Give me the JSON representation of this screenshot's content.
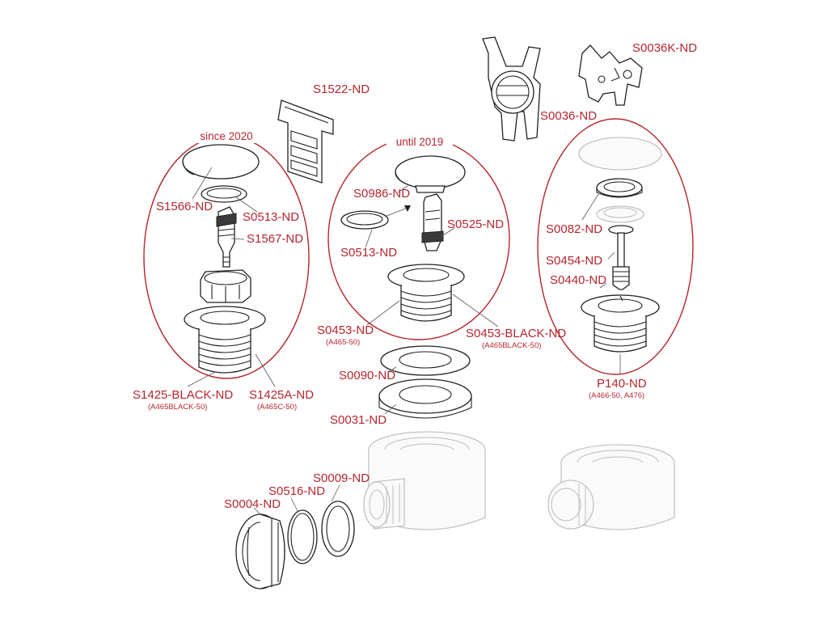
{
  "colors": {
    "accent": "#b4262e",
    "line": "#222222"
  },
  "groups": {
    "since_2020": "since 2020",
    "until_2019": "until 2019"
  },
  "parts": {
    "S1522": "S1522-ND",
    "S0036K": "S0036K-ND",
    "S0036": "S0036-ND",
    "S1566": "S1566-ND",
    "S0513_left": "S0513-ND",
    "S1567": "S1567-ND",
    "S1425_black": "S1425-BLACK-ND",
    "S1425_black_sub": "(A465BLACK-50)",
    "S1425A": "S1425A-ND",
    "S1425A_sub": "(A465C-50)",
    "S0986": "S0986-ND",
    "S0525": "S0525-ND",
    "S0513_mid": "S0513-ND",
    "S0453": "S0453-ND",
    "S0453_sub": "(A465-50)",
    "S0453_black": "S0453-BLACK-ND",
    "S0453_black_sub": "(A465BLACK-50)",
    "S0090": "S0090-ND",
    "S0031": "S0031-ND",
    "S0082": "S0082-ND",
    "S0454": "S0454-ND",
    "S0440": "S0440-ND",
    "P140": "P140-ND",
    "P140_sub": "(A466-50, A476)",
    "S0009": "S0009-ND",
    "S0516": "S0516-ND",
    "S0004": "S0004-ND"
  }
}
